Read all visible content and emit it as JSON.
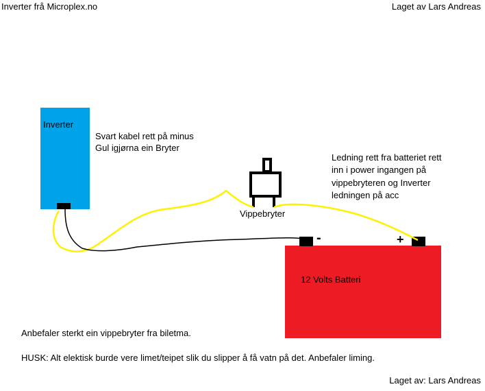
{
  "header": {
    "left": "Inverter frå Microplex.no",
    "right": "Laget av Lars Andreas"
  },
  "inverter": {
    "label": "Inverter",
    "color": "#00A2E8"
  },
  "inverter_note": {
    "line1": "Svart kabel rett på minus",
    "line2": "Gul igjørna ein Bryter"
  },
  "switch": {
    "label": "Vippebryter"
  },
  "wiring_note": {
    "line1": "Ledning rett fra batteriet rett",
    "line2": "inn i power ingangen på",
    "line3": "vippebryteren og Inverter",
    "line4": "ledningen på acc"
  },
  "battery": {
    "label": "12 Volts Batteri",
    "color": "#ED1C24",
    "minus": "-",
    "plus": "+"
  },
  "wire_colors": {
    "positive": "#FFF200",
    "negative": "#000000"
  },
  "footer": {
    "recommend": "Anbefaler sterkt ein vippebryter fra biletma.",
    "note": "HUSK: Alt elektisk burde vere limet/teipet slik du slipper å få vatn på det. Anbefaler liming.",
    "credit": "Laget av: Lars Andreas"
  }
}
